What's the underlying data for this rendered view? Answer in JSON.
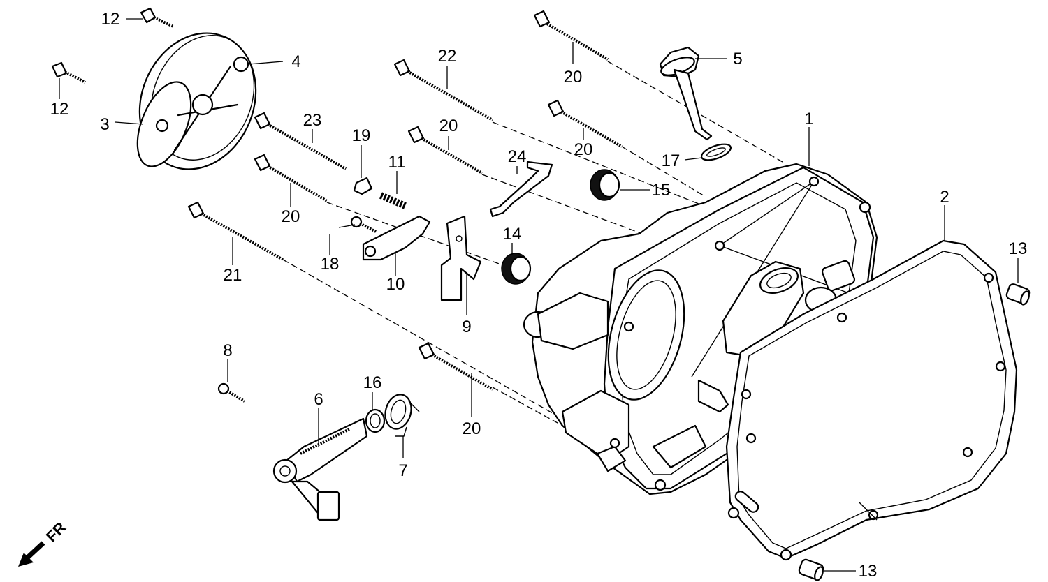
{
  "diagram": {
    "direction_label": "FR",
    "callouts": {
      "c1": "1",
      "c2": "2",
      "c3": "3",
      "c4": "4",
      "c5": "5",
      "c6": "6",
      "c7": "7",
      "c8": "8",
      "c9": "9",
      "c10": "10",
      "c11": "11",
      "c12a": "12",
      "c12b": "12",
      "c13a": "13",
      "c13b": "13",
      "c14": "14",
      "c15": "15",
      "c16": "16",
      "c17": "17",
      "c18": "18",
      "c19": "19",
      "c20a": "20",
      "c20b": "20",
      "c20c": "20",
      "c20d": "20",
      "c20e": "20",
      "c21": "21",
      "c22": "22",
      "c23": "23",
      "c24": "24"
    }
  }
}
